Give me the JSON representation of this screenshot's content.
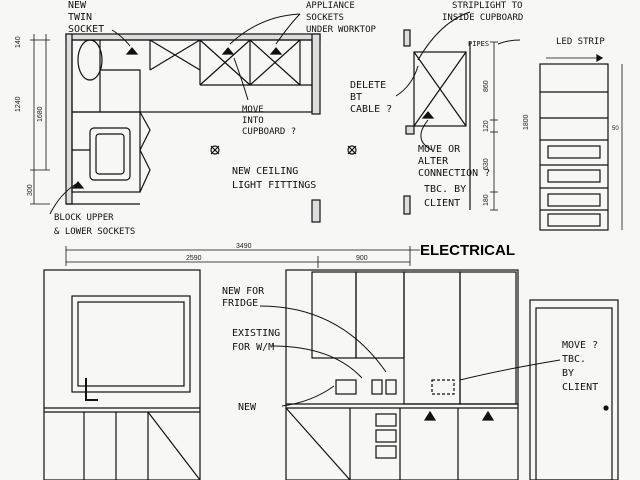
{
  "heading": "ELECTRICAL",
  "plan_labels": {
    "new_twin_socket": [
      "NEW",
      "TWIN",
      "SOCKET"
    ],
    "appliance_sockets": [
      "APPLIANCE",
      "SOCKETS",
      "UNDER",
      "WORKTOP"
    ],
    "striplight": [
      "STRIPLIGHT TO",
      "INSIDE CUPBOARD"
    ],
    "pipes": "PIPES",
    "led_strip": "LED STRIP",
    "move_into_cupboard": [
      "MOVE",
      "INTO",
      "CUPBOARD ?"
    ],
    "delete_bt_cable": [
      "DELETE",
      "BT",
      "CABLE ?"
    ],
    "move_or_alter": [
      "MOVE OR",
      "ALTER",
      "CONNECTION ?",
      "TBC. BY",
      "CLIENT"
    ],
    "new_ceiling": [
      "NEW CEILING",
      "LIGHT FITTINGS"
    ],
    "block_sockets": [
      "BLOCK UPPER",
      "& LOWER SOCKETS"
    ]
  },
  "dimensions": {
    "left_140": "140",
    "left_1240": "1240",
    "left_1680": "1680",
    "left_300": "300",
    "bottom_2590": "2590",
    "bottom_3490": "3490",
    "bottom_900": "900",
    "side_860": "860",
    "side_120": "120",
    "side_630": "630",
    "side_180": "180",
    "side_1800": "1800",
    "side_50": "50"
  },
  "elevation_labels": {
    "new_for_fridge": [
      "NEW FOR",
      "FRIDGE"
    ],
    "existing_for_wm": [
      "EXISTING",
      "FOR W/M"
    ],
    "new": "NEW",
    "move_tbc": [
      "MOVE ?",
      "TBC.",
      "BY",
      "CLIENT"
    ]
  }
}
